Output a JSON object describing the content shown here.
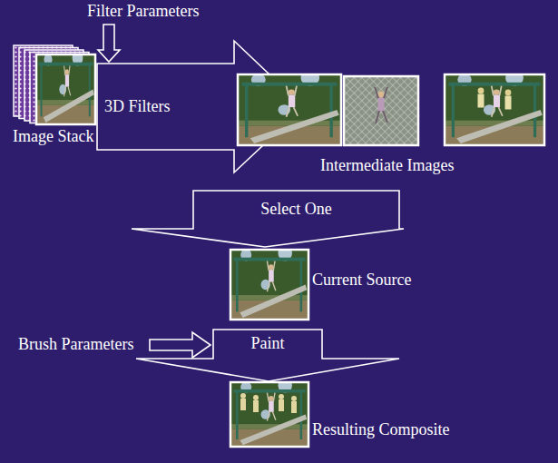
{
  "diagram": {
    "nodes": [
      {
        "text": [
          "3D Filters"
        ]
      },
      {
        "text": [
          "Select One"
        ]
      },
      {
        "text": [
          "Paint"
        ]
      }
    ],
    "labels": [
      "Filter Parameters",
      "Image Stack",
      "Intermediate Images",
      "Current Source",
      "Brush Parameters",
      "Resulting Composite"
    ]
  }
}
